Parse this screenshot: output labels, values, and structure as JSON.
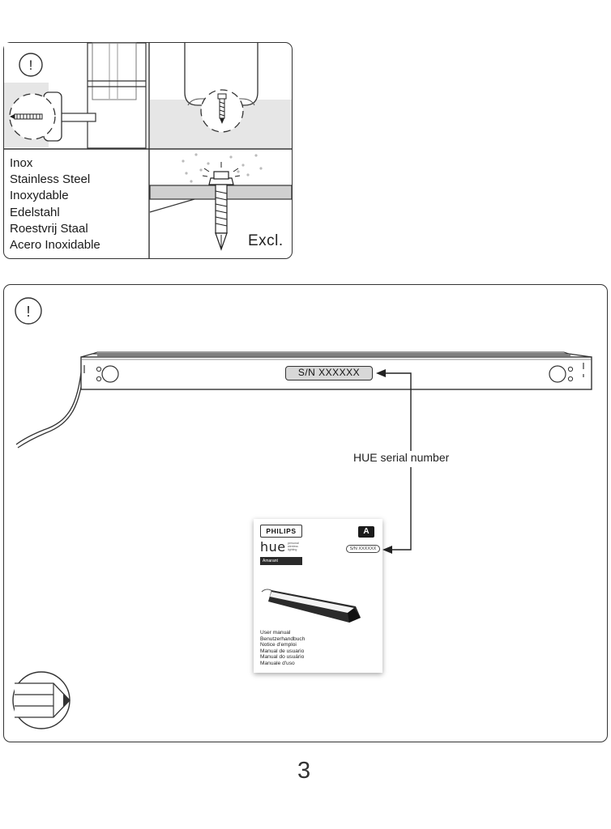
{
  "materials": [
    "Inox",
    "Stainless Steel",
    "Inoxydable",
    "Edelstahl",
    "Roestvrij Staal",
    "Acero Inoxidable"
  ],
  "warning_glyph": "!",
  "excluded_label": "Excl.",
  "serial_label": "S/N XXXXXX",
  "callout": "HUE serial number",
  "booklet": {
    "brand": "PHILIPS",
    "logo": "hue",
    "logo_tagline": [
      "personal",
      "wireless",
      "lighting"
    ],
    "product_name": "Amarant",
    "energy_class": "A",
    "serial": "S/N XXXXXX",
    "languages": [
      "User manual",
      "Benutzerhandbuch",
      "Notice d'emploi",
      "Manual de usuario",
      "Manual do usuário",
      "Manuale d'uso"
    ]
  },
  "page_number": "3",
  "icons": [
    "warning-icon",
    "pencil-icon",
    "arrow-icon"
  ]
}
